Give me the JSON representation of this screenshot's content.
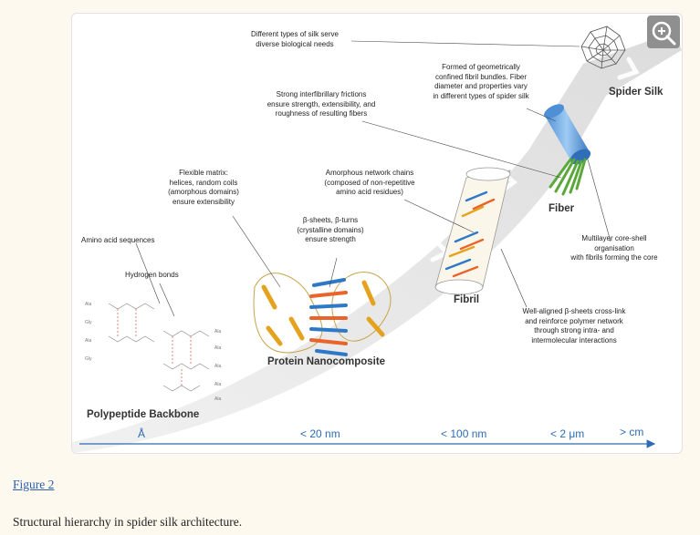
{
  "figure": {
    "link_label": "Figure 2",
    "caption": "Structural hierarchy in spider silk architecture."
  },
  "diagram": {
    "annotations": {
      "silk_types": "Different types of silk serve\ndiverse biological needs",
      "fibril_bundles": "Formed of geometrically\nconfined fibril bundles. Fiber\ndiameter and properties vary\nin different types of spider silk",
      "frictions": "Strong interfibrillary frictions\nensure strength, extensibility, and\nroughness of resulting fibers",
      "flexible_matrix": "Flexible matrix:\nhelices, random coils\n(amorphous domains)\nensure extensibility",
      "amorphous_chains": "Amorphous network chains\n(composed of non-repetitive\namino acid residues)",
      "beta_sheets": "β-sheets, β-turns\n(crystalline domains)\nensure strength",
      "amino_acid": "Amino acid sequences",
      "hydrogen_bonds": "Hydrogen bonds",
      "core_shell": "Multilayer core-shell\norganisation\nwith fibrils forming the core",
      "crosslink": "Well-aligned β-sheets cross-link\nand reinforce polymer network\nthrough strong intra- and\nintermolecular interactions"
    },
    "stage_labels": {
      "spider_silk": "Spider Silk",
      "fiber": "Fiber",
      "fibril": "Fibril",
      "nanocomposite": "Protein Nanocomposite",
      "backbone": "Polypeptide Backbone"
    },
    "scale_labels": [
      "Å",
      "< 20 nm",
      "< 100 nm",
      "< 2 μm",
      "> cm"
    ],
    "residues": [
      "Ala",
      "Gly",
      "Ala",
      "Gly",
      "Ala",
      "Ala",
      "Ala",
      "Ala",
      "Ala"
    ],
    "colors": {
      "arrow_grey": "#d7d7d7",
      "scale_blue": "#2d6bb3",
      "helix_yellow": "#e4a21e",
      "sheet_blue": "#2e78c8",
      "sheet_orange": "#e8642a",
      "fiber_blue": "#6aa9e6",
      "fibril_green": "#5aa83a",
      "residue_red": "#c0392b"
    },
    "zoom_icon": "zoom-in-icon"
  }
}
